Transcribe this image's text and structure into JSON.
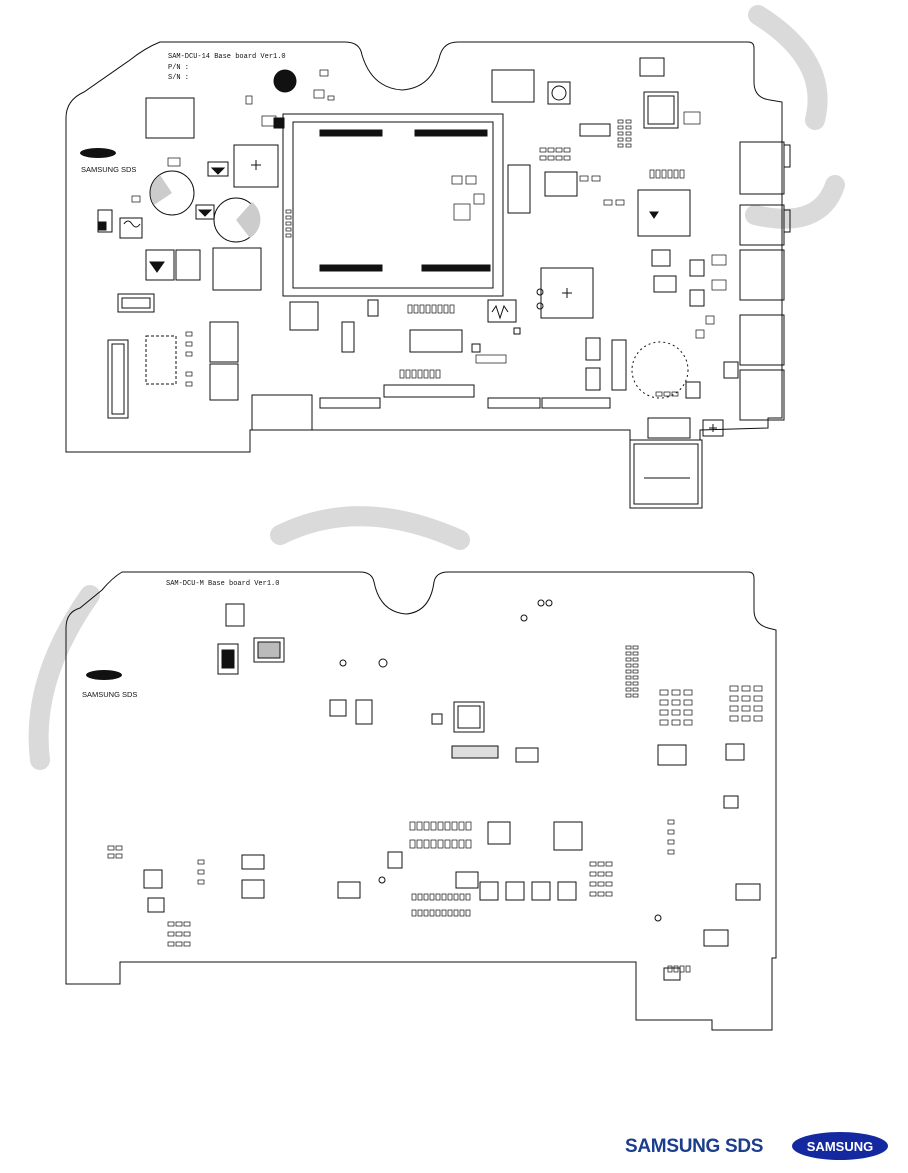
{
  "top_board": {
    "title": "SAM-DCU-14 Base board Ver1.0",
    "pn_label": "P/N :",
    "sn_label": "S/N :",
    "logo_text": "SAMSUNG SDS"
  },
  "bottom_board": {
    "title": "SAM-DCU-M Base board Ver1.0",
    "logo_text": "SAMSUNG SDS"
  },
  "footer": {
    "sds_text": "SAMSUNG SDS",
    "samsung_text": "SAMSUNG"
  },
  "colors": {
    "ink": "#111111",
    "watermark": "#d6d6d6",
    "sds_blue": "#1a3d8c",
    "samsung_blue": "#1428a0"
  }
}
